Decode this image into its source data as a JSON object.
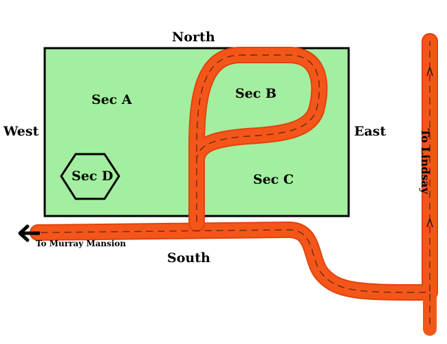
{
  "directions": {
    "north": "North",
    "south": "South",
    "east": "East",
    "west": "West"
  },
  "sections": {
    "a": "Sec A",
    "b": "Sec B",
    "c": "Sec C",
    "d": "Sec D"
  },
  "road_labels": {
    "to_murray": "To Murray Mansion",
    "to_lindsay": "To Lindsay"
  },
  "colors": {
    "field": "#a3eea0",
    "road": "#f4561a",
    "road_edge": "#e2430c",
    "road_dash": "#6a2a10",
    "outline": "#000000"
  }
}
